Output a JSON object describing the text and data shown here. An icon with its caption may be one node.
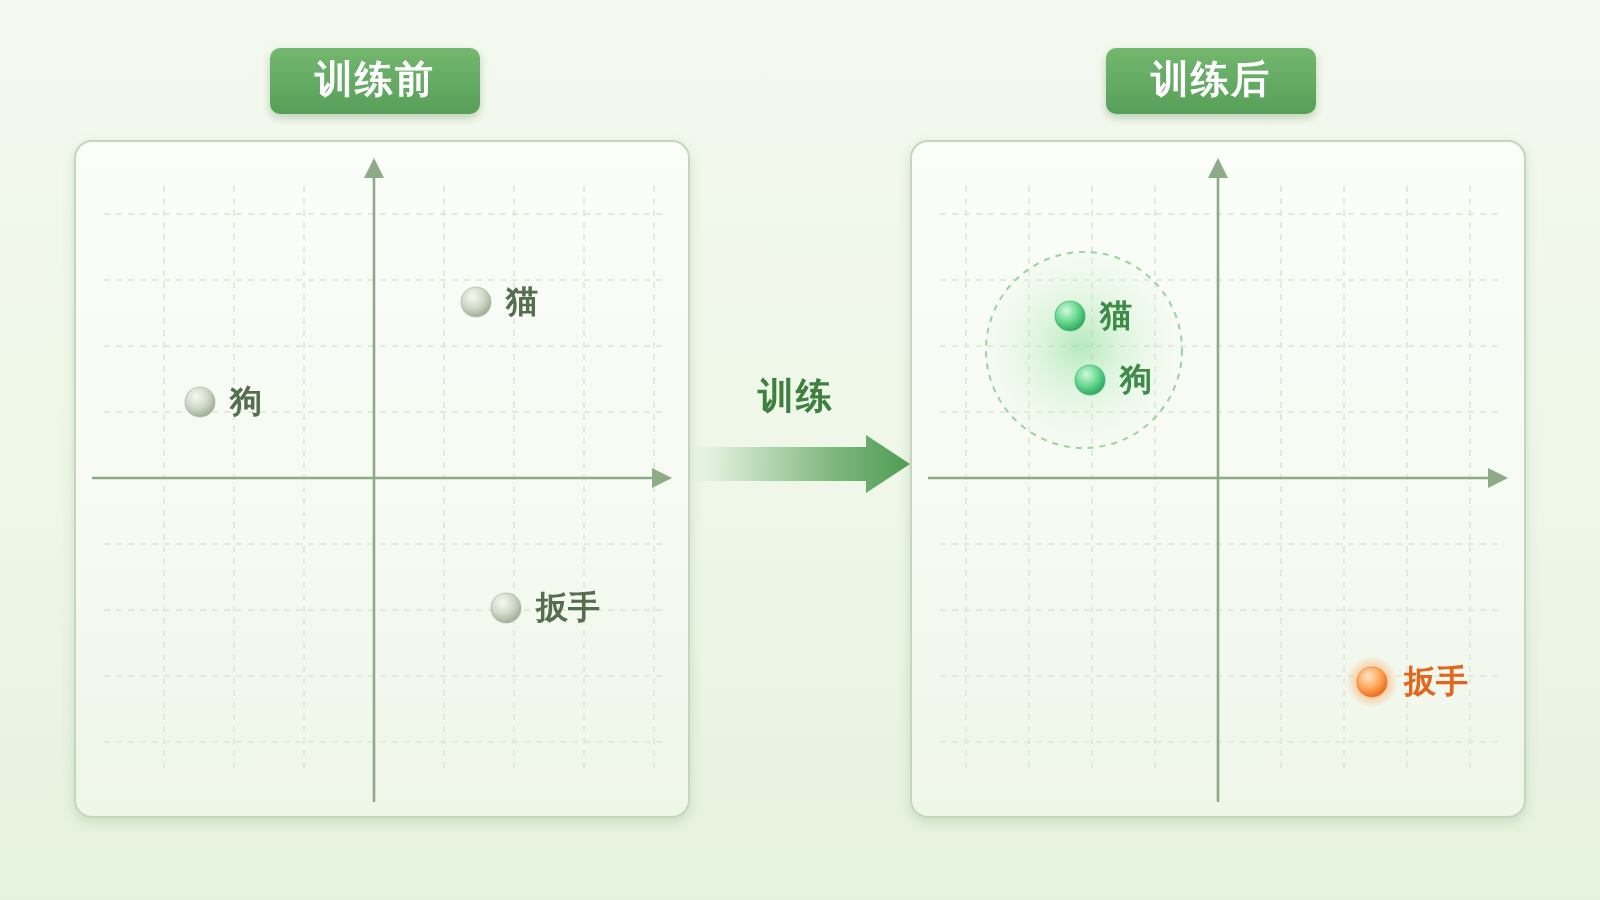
{
  "diagram": {
    "nodes": [
      {
        "text": [
          "训练前"
        ]
      },
      {
        "text": [],
        "shape": "circle",
        "beside": [
          "猫"
        ],
        "in": 0
      },
      {
        "text": [],
        "shape": "circle",
        "beside": [
          "狗"
        ],
        "in": 0
      },
      {
        "text": [],
        "shape": "circle",
        "beside": [
          "扳手"
        ],
        "in": 0
      },
      {
        "text": [
          "训练后"
        ]
      },
      {
        "text": [],
        "shape": "circle",
        "in": 4
      },
      {
        "text": [],
        "shape": "circle",
        "beside": [
          "猫"
        ],
        "in": 5
      },
      {
        "text": [],
        "shape": "circle",
        "beside": [
          "狗"
        ],
        "in": 5
      },
      {
        "text": [],
        "shape": "circle",
        "beside": [
          "扳手"
        ],
        "in": 4
      }
    ],
    "edges": [
      {
        "from": 0,
        "to": 4,
        "arrow": "to",
        "label": "训练",
        "style": "thick"
      }
    ]
  }
}
